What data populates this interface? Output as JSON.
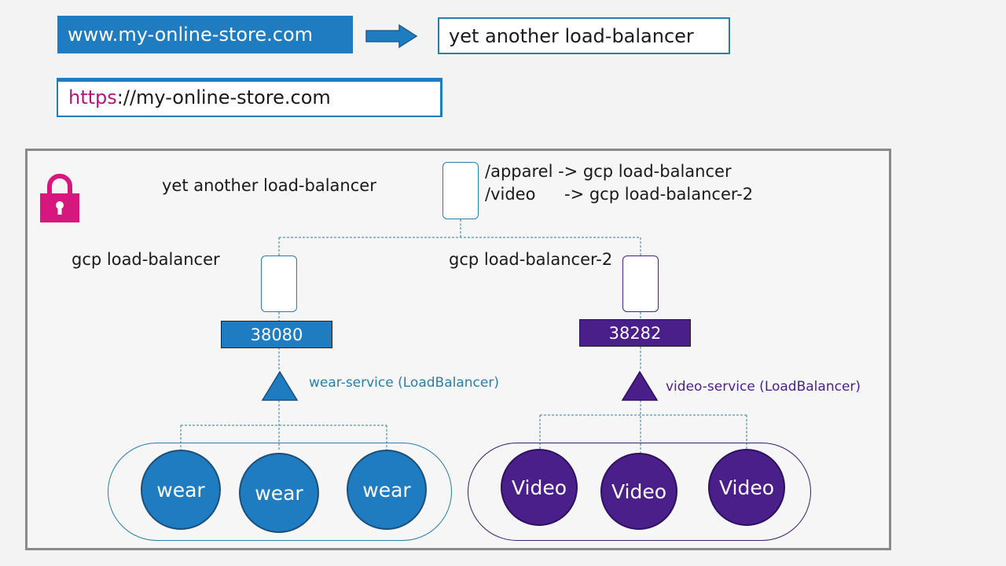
{
  "header": {
    "url": "www.my-online-store.com",
    "target": "yet another load-balancer",
    "https_scheme": "https",
    "https_rest": "://my-online-store.com"
  },
  "diagram": {
    "top_lb_label": "yet another load-balancer",
    "rule_apparel": "/apparel -> gcp load-balancer",
    "rule_video_path": "/video",
    "rule_video_target": "-> gcp load-balancer-2",
    "left_lb_label": "gcp load-balancer",
    "right_lb_label": "gcp load-balancer-2",
    "left_port": "38080",
    "right_port": "38282",
    "left_service": "wear-service (LoadBalancer)",
    "right_service": "video-service (LoadBalancer)",
    "wear_pods": [
      "wear",
      "wear",
      "wear"
    ],
    "video_pods": [
      "Video",
      "Video",
      "Video"
    ]
  },
  "colors": {
    "wear": "#1f7cc0",
    "video": "#4a1f8a",
    "lock": "#d6177d",
    "teal": "#2a7fa6"
  }
}
